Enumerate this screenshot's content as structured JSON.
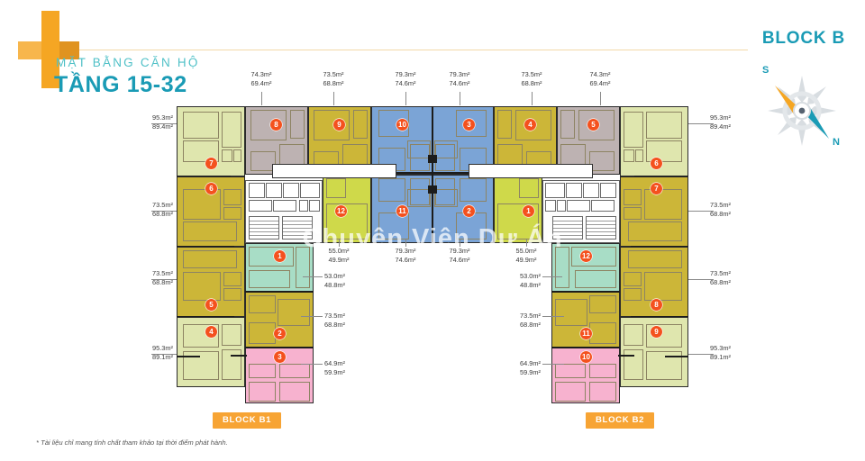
{
  "header": {
    "subtitle": "MẶT BẰNG CĂN HỘ",
    "title": "TẦNG 15-32",
    "block": "BLOCK B",
    "accent_teal": "#1a9bb5",
    "accent_orange": "#f5a623"
  },
  "compass": {
    "south": "S",
    "north": "N"
  },
  "watermark": "Chuyên Viên Dự Án",
  "footnote": "* Tài liệu chỉ mang tính chất tham khảo tại thời điểm phát hành.",
  "block_labels": {
    "left": "BLOCK B1",
    "right": "BLOCK B2"
  },
  "areas": {
    "top": [
      {
        "gross": "74.3m²",
        "net": "69.4m²"
      },
      {
        "gross": "73.5m²",
        "net": "68.8m²"
      },
      {
        "gross": "79.3m²",
        "net": "74.6m²"
      },
      {
        "gross": "79.3m²",
        "net": "74.6m²"
      },
      {
        "gross": "73.5m²",
        "net": "68.8m²"
      },
      {
        "gross": "74.3m²",
        "net": "69.4m²"
      }
    ],
    "left": [
      {
        "gross": "95.3m²",
        "net": "89.4m²"
      },
      {
        "gross": "73.5m²",
        "net": "68.8m²"
      },
      {
        "gross": "73.5m²",
        "net": "68.8m²"
      },
      {
        "gross": "95.3m²",
        "net": "89.1m²"
      }
    ],
    "right": [
      {
        "gross": "95.3m²",
        "net": "89.4m²"
      },
      {
        "gross": "73.5m²",
        "net": "68.8m²"
      },
      {
        "gross": "73.5m²",
        "net": "68.8m²"
      },
      {
        "gross": "95.3m²",
        "net": "89.1m²"
      }
    ],
    "center_top": [
      {
        "gross": "55.0m²",
        "net": "49.9m²"
      },
      {
        "gross": "79.3m²",
        "net": "74.6m²"
      },
      {
        "gross": "79.3m²",
        "net": "74.6m²"
      },
      {
        "gross": "55.0m²",
        "net": "49.9m²"
      }
    ],
    "center_mid_left": {
      "gross": "53.0m²",
      "net": "48.8m²"
    },
    "center_mid_right": {
      "gross": "53.0m²",
      "net": "48.8m²"
    },
    "center_low_left": {
      "gross": "73.5m²",
      "net": "68.8m²"
    },
    "center_low_right": {
      "gross": "73.5m²",
      "net": "68.8m²"
    },
    "center_bot_left": {
      "gross": "64.9m²",
      "net": "59.9m²"
    },
    "center_bot_right": {
      "gross": "64.9m²",
      "net": "59.9m²"
    }
  },
  "unit_numbers": {
    "left_outer": [
      "7",
      "6",
      "5",
      "4"
    ],
    "right_outer": [
      "6",
      "7",
      "8",
      "9"
    ],
    "top_row": [
      "8",
      "9",
      "10",
      "3",
      "4",
      "5"
    ],
    "mid_row": [
      "12",
      "11",
      "2",
      "1"
    ],
    "left_inner": [
      "1",
      "2",
      "3"
    ],
    "right_inner": [
      "12",
      "11",
      "10"
    ]
  },
  "palette": {
    "lightgreen": "#dfe6ae",
    "olive": "#ccb638",
    "gray": "#bdb2b2",
    "blue": "#7ba4d6",
    "yellowgreen": "#cfd94a",
    "mint": "#a8ddc6",
    "pink": "#f7b2cf",
    "badge": "#f4511e",
    "blocklabel": "#f7a434"
  }
}
